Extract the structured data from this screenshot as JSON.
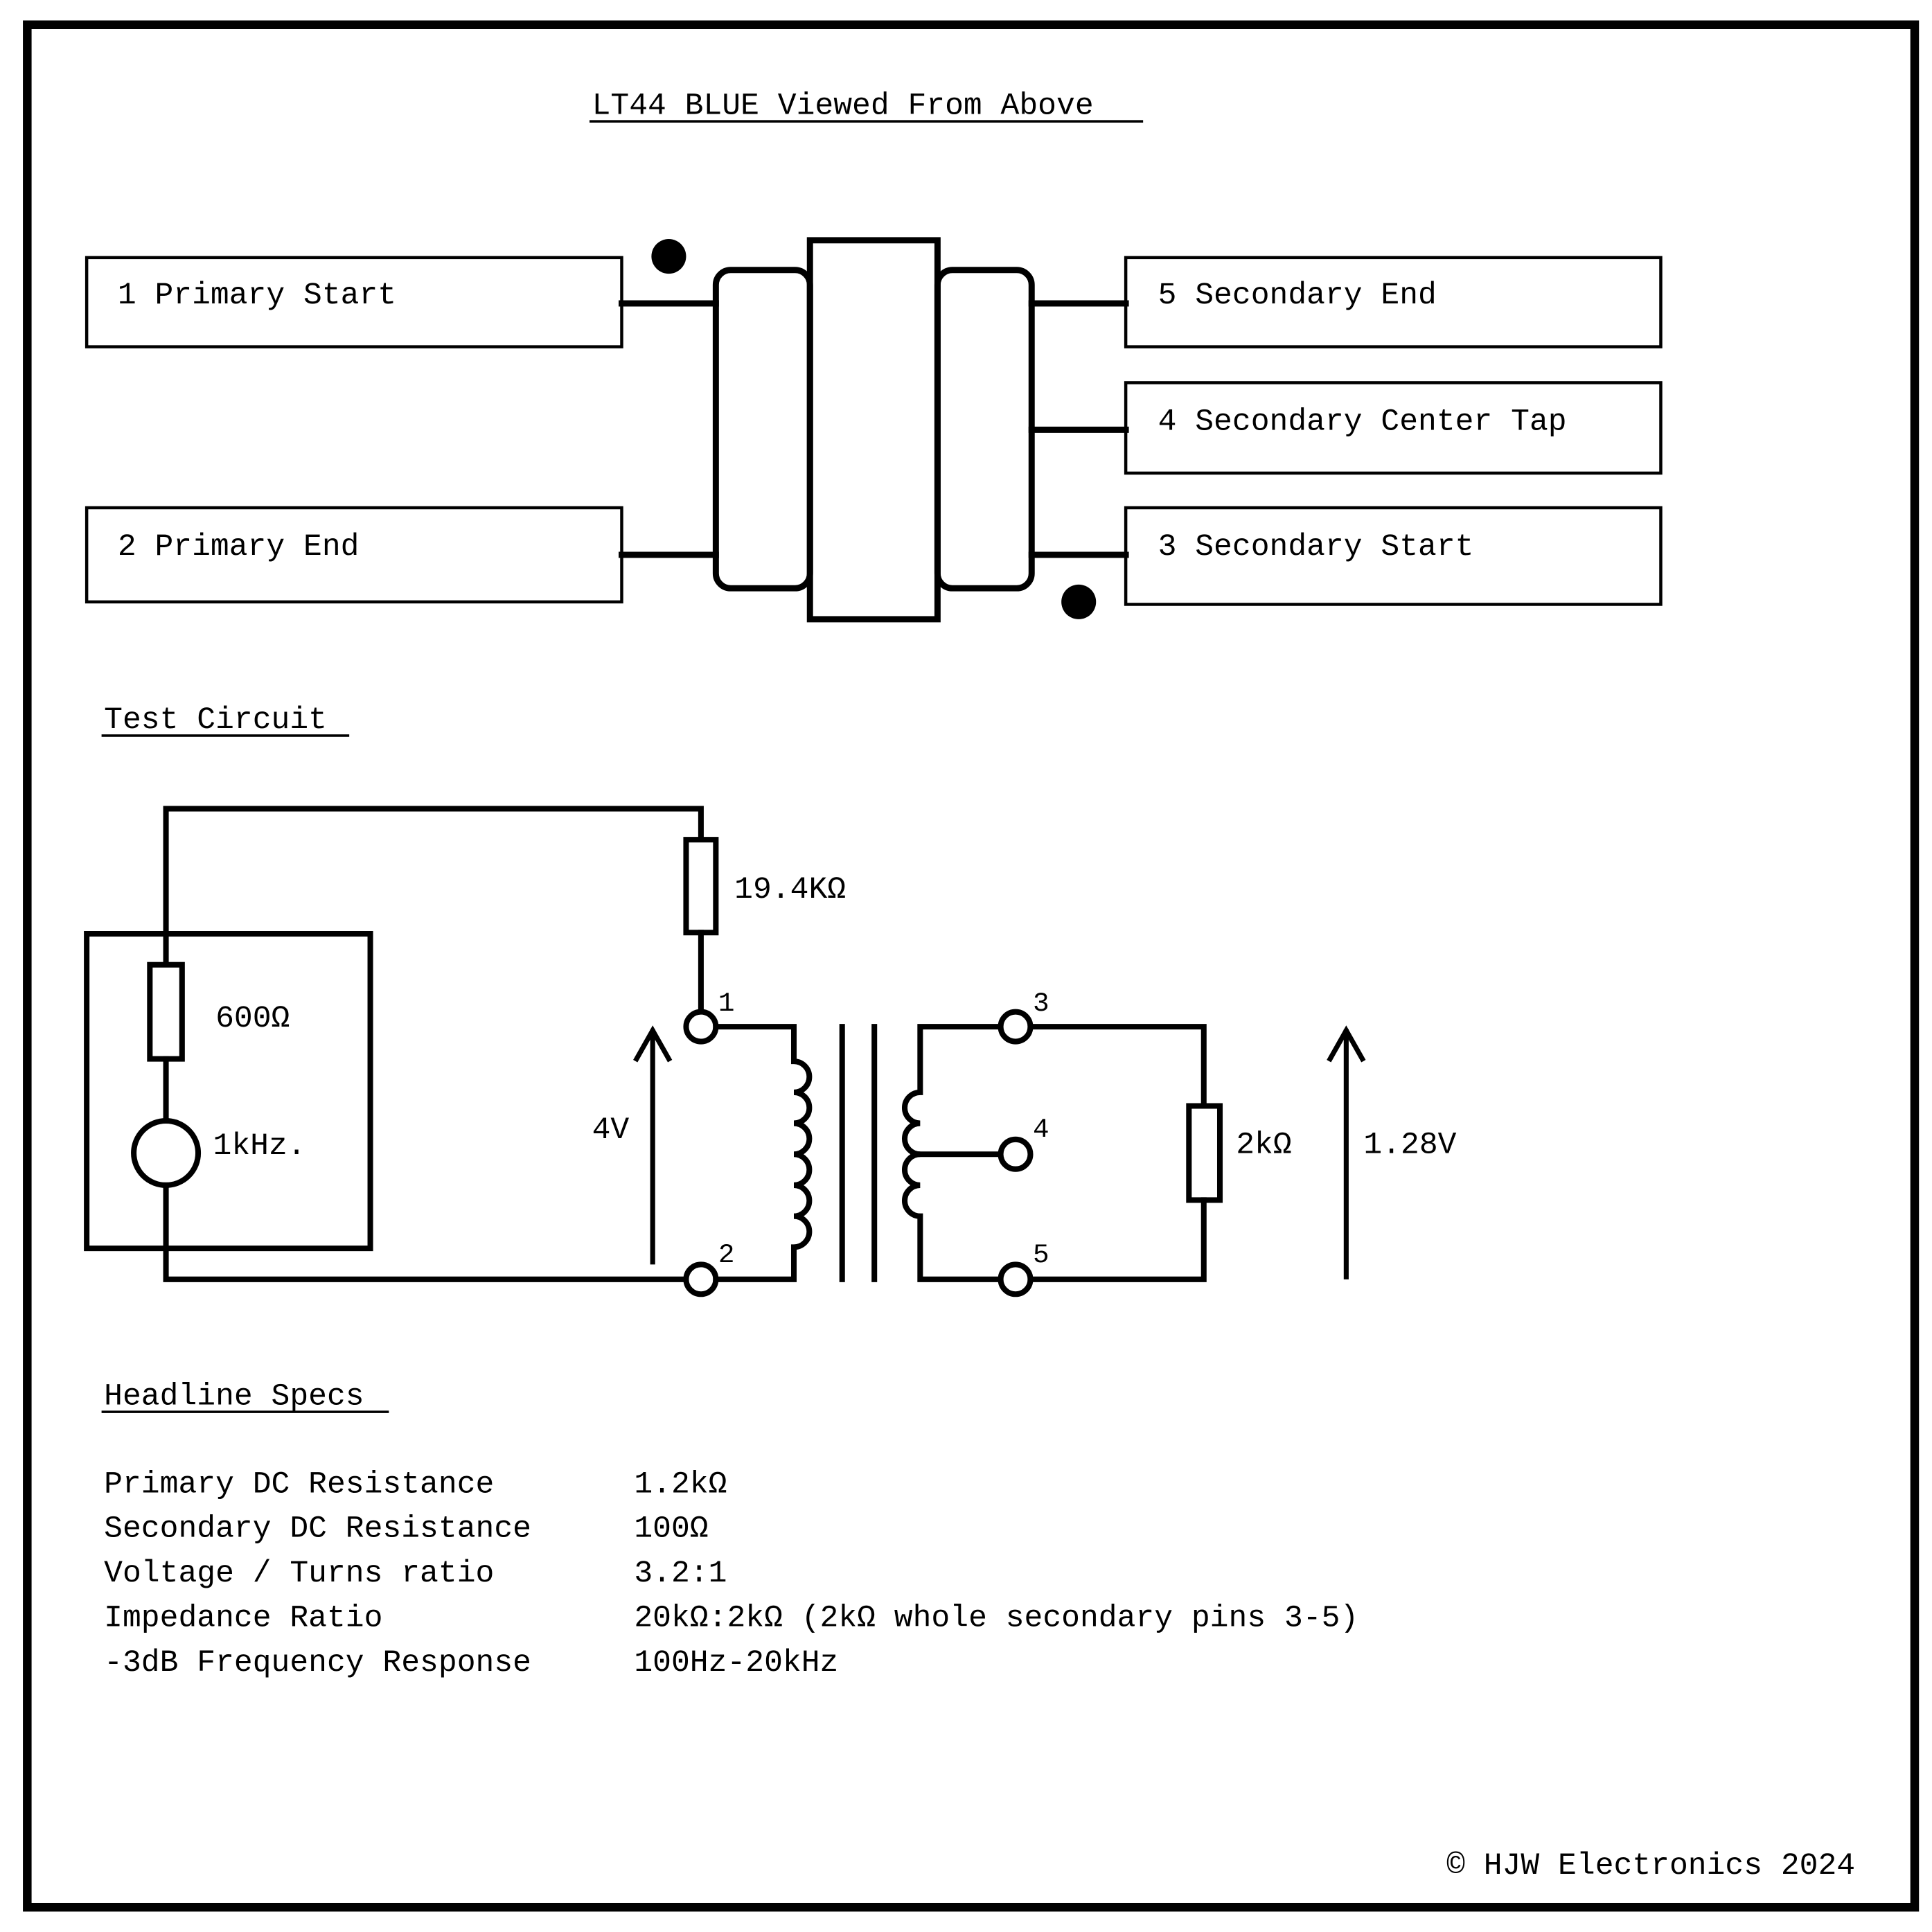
{
  "title": "LT44 BLUE Viewed From Above",
  "pinout": {
    "pin1_label": "1 Primary Start",
    "pin2_label": "2 Primary End",
    "pin5_label": "5 Secondary End",
    "pin4_label": "4 Secondary Center Tap",
    "pin3_label": "3 Secondary Start"
  },
  "test_circuit": {
    "heading": "Test Circuit",
    "series_resistor": "19.4KΩ",
    "source_resistor": "600Ω",
    "source_frequency": "1kHz.",
    "input_voltage": "4V",
    "load_resistor": "2kΩ",
    "output_voltage": "1.28V",
    "pin_numbers": {
      "p1": "1",
      "p2": "2",
      "p3": "3",
      "p4": "4",
      "p5": "5"
    }
  },
  "specs": {
    "heading": "Headline Specs",
    "rows": [
      {
        "label": "Primary DC Resistance",
        "value": "1.2kΩ"
      },
      {
        "label": "Secondary DC Resistance",
        "value": "100Ω"
      },
      {
        "label": "Voltage / Turns ratio",
        "value": "3.2:1"
      },
      {
        "label": "Impedance Ratio",
        "value": "20kΩ:2kΩ (2kΩ whole secondary pins 3-5)"
      },
      {
        "label": "-3dB Frequency Response",
        "value": "100Hz-20kHz"
      }
    ]
  },
  "copyright": "© HJW Electronics 2024",
  "colors": {
    "ink": "#000000",
    "paper": "#ffffff"
  }
}
